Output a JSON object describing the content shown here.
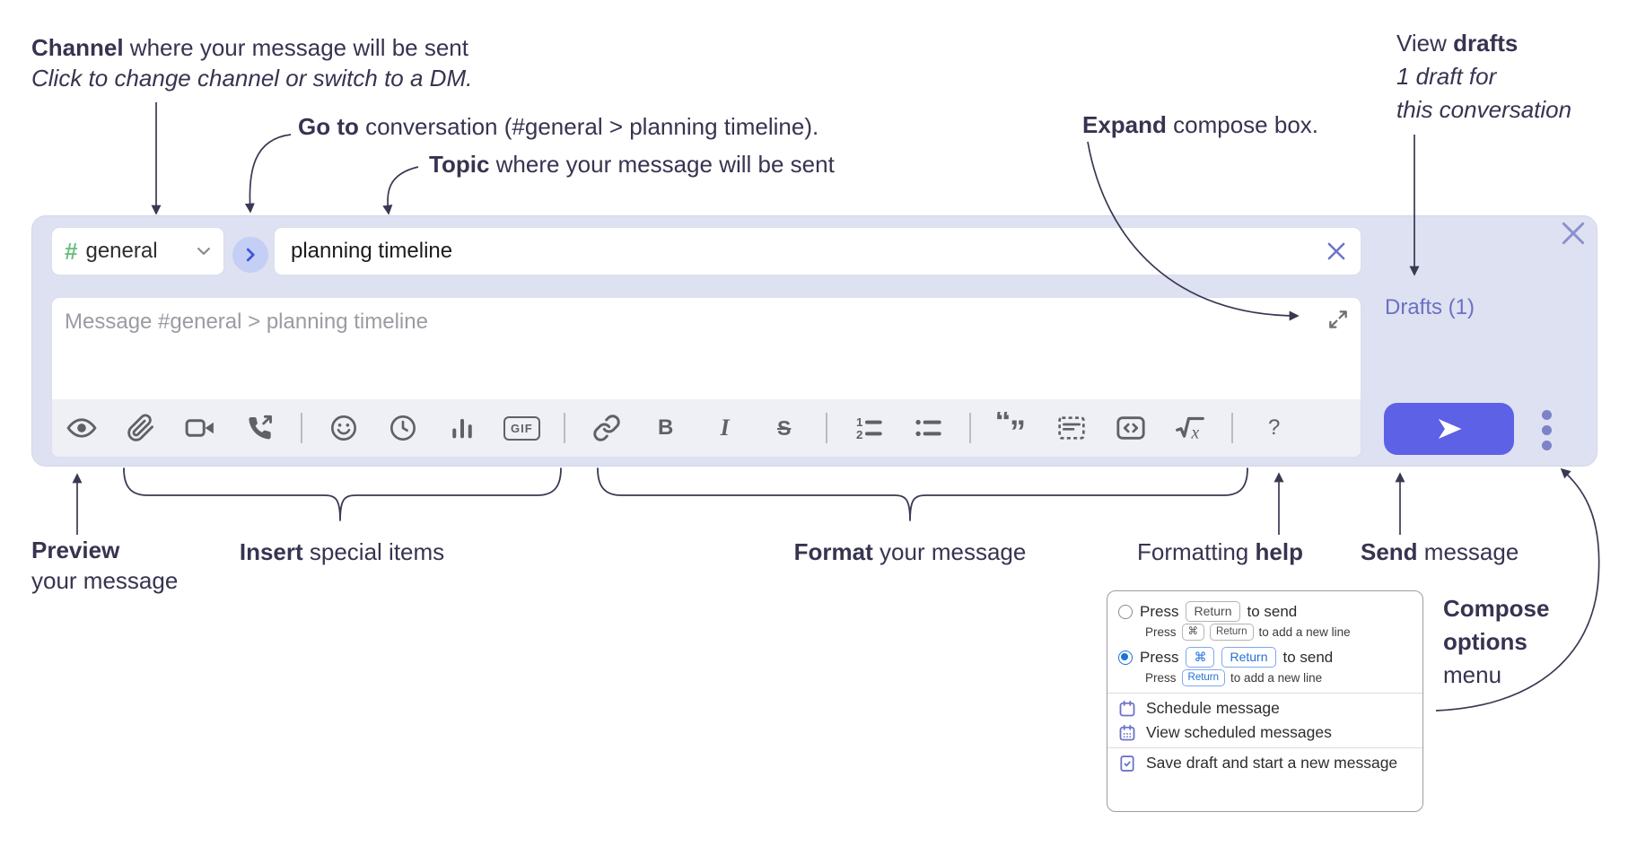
{
  "annotations": {
    "channel": {
      "bold": "Channel",
      "rest": " where your message will be sent",
      "line2": "Click to change channel or switch to a DM."
    },
    "goto": {
      "bold": "Go to",
      "rest": " conversation (#general > planning timeline)."
    },
    "topic": {
      "bold": "Topic",
      "rest": " where your message will be sent"
    },
    "expand": {
      "bold": "Expand",
      "rest": " compose box."
    },
    "view_drafts": {
      "pre": "View ",
      "bold": "drafts",
      "line2": "1 draft for",
      "line3": "this conversation"
    },
    "preview": {
      "bold": "Preview",
      "line2": "your message"
    },
    "insert": {
      "bold": "Insert",
      "rest": " special items"
    },
    "format": {
      "bold": "Format",
      "rest": " your message"
    },
    "formatting_help": {
      "pre": "Formatting ",
      "bold": "help"
    },
    "send": {
      "bold": "Send",
      "rest": " message"
    },
    "compose_options": {
      "line1": "Compose",
      "line2": "options",
      "line3": "menu"
    }
  },
  "compose_box": {
    "channel_selector": {
      "hash": "#",
      "channel_name": "general"
    },
    "topic_input": {
      "value": "planning timeline"
    },
    "message_input": {
      "placeholder": "Message #general > planning timeline"
    },
    "drafts_link": {
      "label": "Drafts (1)"
    },
    "toolbar": {
      "icon_names": [
        "preview-eye",
        "attach-file",
        "video-call",
        "voice-call",
        "emoji",
        "time",
        "poll",
        "gif",
        "link",
        "bold",
        "italic",
        "strikethrough",
        "numbered-list",
        "bulleted-list",
        "quote",
        "spoiler",
        "code",
        "math",
        "help"
      ],
      "gif_label": "GIF",
      "bold_label": "B",
      "italic_label": "I",
      "strike_label": "S",
      "help_label": "?"
    }
  },
  "popup_menu": {
    "option1": {
      "selected": false,
      "press": "Press",
      "key": "Return",
      "tail": "to send",
      "sub": {
        "press": "Press",
        "key1": "⌘",
        "key2": "Return",
        "tail": "to add a new line"
      }
    },
    "option2": {
      "selected": true,
      "press": "Press",
      "key1": "⌘",
      "key2": "Return",
      "tail": "to send",
      "sub": {
        "press": "Press",
        "key": "Return",
        "tail": "to add a new line"
      }
    },
    "items": [
      {
        "icon": "calendar-icon",
        "label": "Schedule message"
      },
      {
        "icon": "calendar-grid-icon",
        "label": "View scheduled messages"
      },
      {
        "icon": "save-draft-icon",
        "label": "Save draft and start a new message"
      }
    ]
  },
  "colors": {
    "accent_send": "#5c61e6",
    "container_bg": "#dee1f1",
    "drafts_link": "#6a70c4",
    "hash_green": "#6cbf7f",
    "icon_gray": "#606066",
    "annotation_text": "#363450",
    "radio_selected": "#1a73d4",
    "key_blue": "#2271d6"
  }
}
